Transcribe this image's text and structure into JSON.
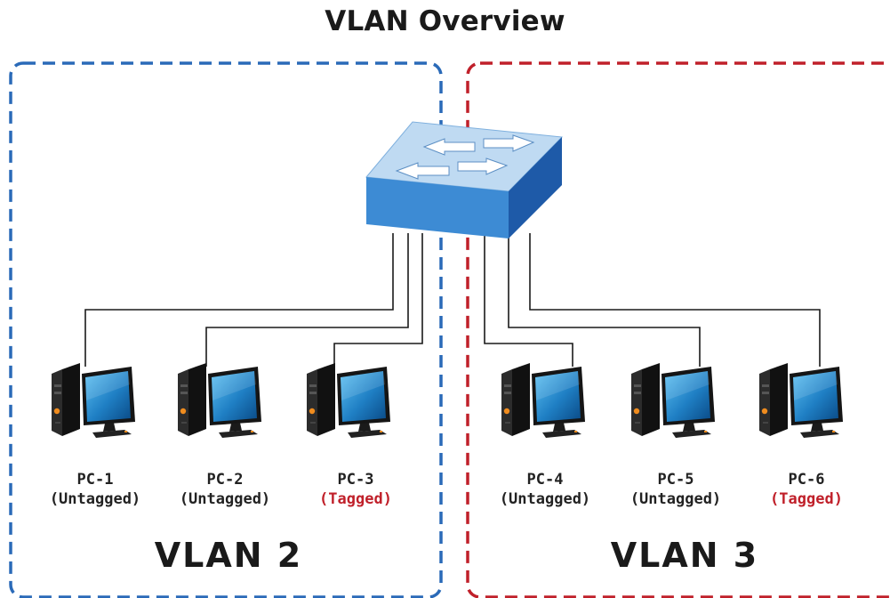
{
  "title": "VLAN Overview",
  "colors": {
    "vlan2_border": "#2a6ab8",
    "vlan3_border": "#c0202a",
    "tagged_text": "#c0202a",
    "switch_top": "#bfdaf2",
    "switch_front": "#3d8bd4",
    "switch_side": "#1e5aa8"
  },
  "pcs": [
    {
      "name": "PC-1",
      "mode": "(Untagged)",
      "vlan": "VLAN 2",
      "tagged": false,
      "icon": "desktop-computer-icon"
    },
    {
      "name": "PC-2",
      "mode": "(Untagged)",
      "vlan": "VLAN 2",
      "tagged": false,
      "icon": "desktop-computer-icon"
    },
    {
      "name": "PC-3",
      "mode": "(Tagged)",
      "vlan": "VLAN 2",
      "tagged": true,
      "icon": "desktop-computer-icon"
    },
    {
      "name": "PC-4",
      "mode": "(Untagged)",
      "vlan": "VLAN 3",
      "tagged": false,
      "icon": "desktop-computer-icon"
    },
    {
      "name": "PC-5",
      "mode": "(Untagged)",
      "vlan": "VLAN 3",
      "tagged": false,
      "icon": "desktop-computer-icon"
    },
    {
      "name": "PC-6",
      "mode": "(Tagged)",
      "vlan": "VLAN 3",
      "tagged": true,
      "icon": "desktop-computer-icon"
    }
  ],
  "vlans": [
    {
      "label": "VLAN 2"
    },
    {
      "label": "VLAN 3"
    }
  ],
  "switch_icon": "network-switch-icon"
}
